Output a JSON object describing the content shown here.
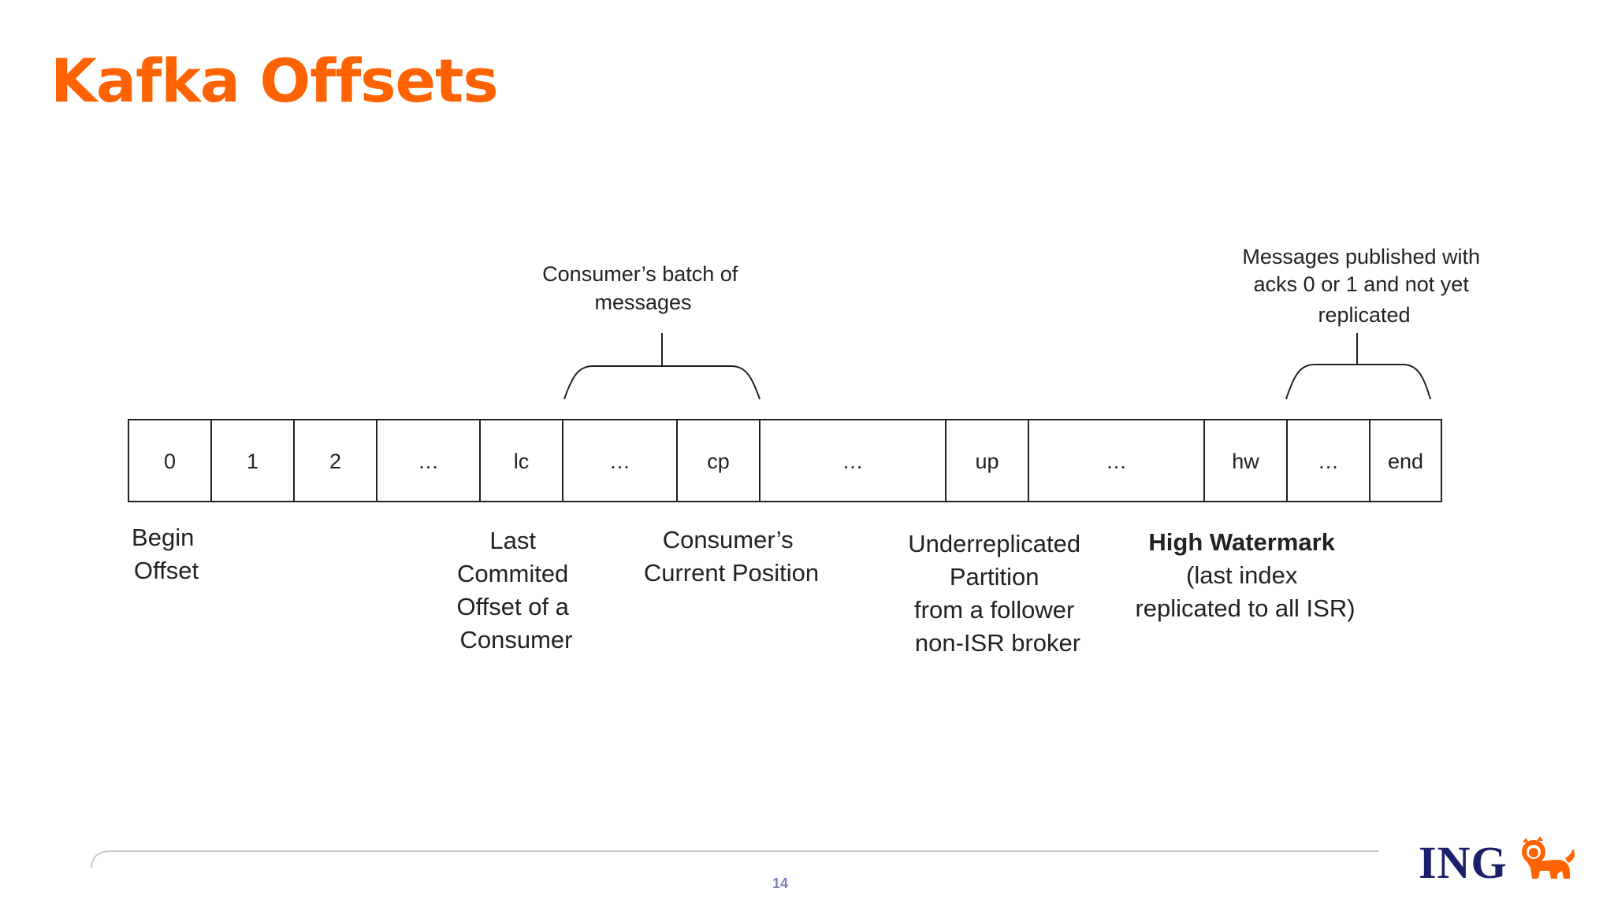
{
  "slide": {
    "title": "Kafka Offsets",
    "page_number": "14"
  },
  "logo": {
    "text": "ING",
    "icon": "lion-icon"
  },
  "colors": {
    "accent": "#ff6200",
    "logo_blue": "#1b1f6b",
    "page_number": "#7b7fc2"
  },
  "diagram": {
    "cells": [
      "0",
      "1",
      "2",
      "…",
      "lc",
      "…",
      "cp",
      "…",
      "up",
      "…",
      "hw",
      "…",
      "end"
    ],
    "above_annotations": [
      {
        "id": "consumer-batch",
        "lines": [
          "Consumer’s batch of",
          "messages"
        ]
      },
      {
        "id": "not-replicated",
        "lines": [
          "Messages published with",
          "acks 0 or 1 and not yet",
          "replicated"
        ]
      }
    ],
    "below_annotations": [
      {
        "id": "begin-offset",
        "lines": [
          "Begin",
          "Offset"
        ]
      },
      {
        "id": "last-committed",
        "lines": [
          "Last",
          "Commited",
          "Offset of a",
          "Consumer"
        ]
      },
      {
        "id": "current-position",
        "lines": [
          "Consumer’s",
          "Current Position"
        ]
      },
      {
        "id": "underreplicated",
        "lines": [
          "Underreplicated",
          "Partition",
          "from a follower",
          "non-ISR broker"
        ]
      },
      {
        "id": "high-watermark",
        "lines": [
          "High Watermark",
          "(last index",
          "replicated to all ISR)"
        ]
      }
    ]
  }
}
